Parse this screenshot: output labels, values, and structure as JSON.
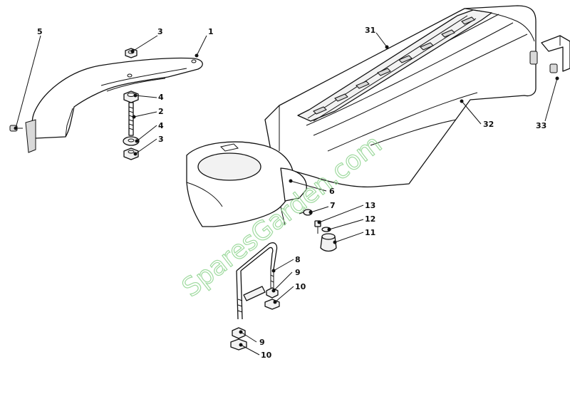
{
  "watermark": "SparesGarden.com",
  "callouts": {
    "c1": "1",
    "c2": "2",
    "c3a": "3",
    "c3b": "3",
    "c4a": "4",
    "c4b": "4",
    "c5": "5",
    "c6": "6",
    "c7": "7",
    "c8": "8",
    "c9a": "9",
    "c9b": "9",
    "c10a": "10",
    "c10b": "10",
    "c11": "11",
    "c12": "12",
    "c13": "13",
    "c31": "31",
    "c32": "32",
    "c33": "33"
  },
  "colors": {
    "line": "#111111",
    "watermark": "#8fd48f",
    "background": "#ffffff"
  }
}
